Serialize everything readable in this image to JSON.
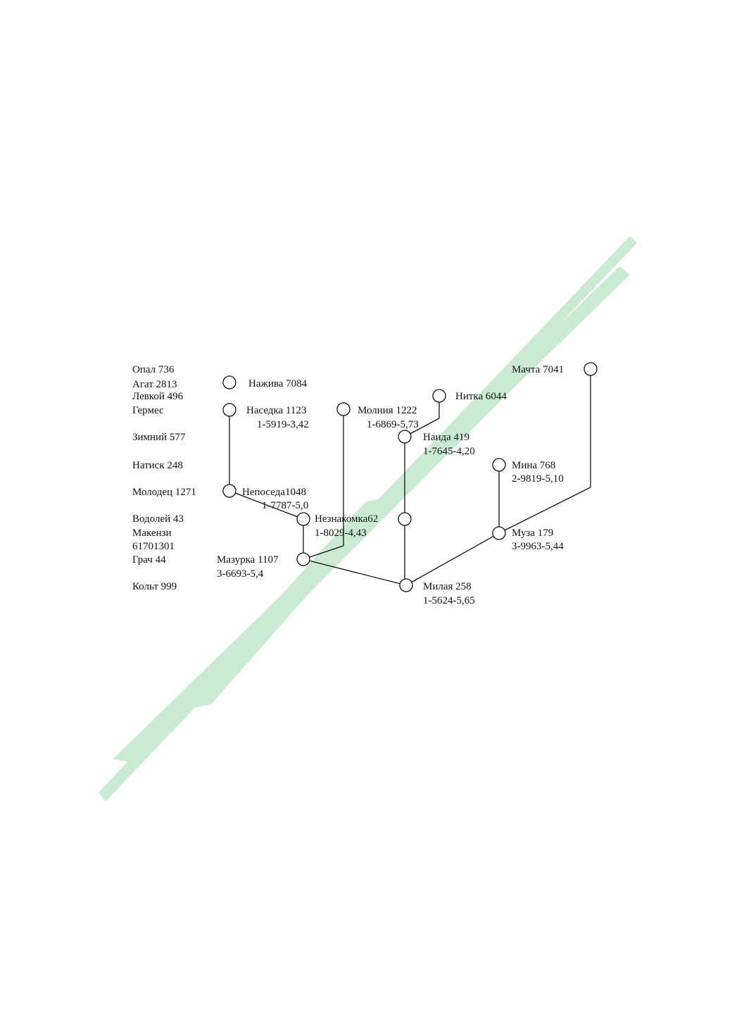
{
  "watermark_color": "#c9ebd2",
  "ancestor_column": [
    "Опал 736",
    "Агат 2813",
    "Левкой 496",
    "Гермес",
    "Зимний 577",
    "Натиск 248",
    "Молодец 1271",
    "Водолей 43",
    "Макензи",
    "61701301",
    "Грач 44",
    "Кольт 999"
  ],
  "nodes": {
    "nazhiva": {
      "name": "Нажива 7084",
      "code": ""
    },
    "nasedka": {
      "name": "Наседка 1123",
      "code": "1-5919-3,42"
    },
    "neposeda": {
      "name": "Непоседа1048",
      "code": "1-7787-5,0"
    },
    "neznakomka": {
      "name": "Незнакомка62",
      "code": "1-8029-4,43"
    },
    "mazurka": {
      "name": "Мазурка 1107",
      "code": "3-6693-5,4"
    },
    "molniya": {
      "name": "Молния 1222",
      "code": "1-6869-5,73"
    },
    "nitka": {
      "name": "Нитка 6044",
      "code": ""
    },
    "naida": {
      "name": "Наида 419",
      "code": "1-7645-4,20"
    },
    "milaya": {
      "name": "Милая 258",
      "code": "1-5624-5,65"
    },
    "machta": {
      "name": "Мачта 7041",
      "code": ""
    },
    "mina": {
      "name": "Мина 768",
      "code": "2-9819-5,10"
    },
    "muza": {
      "name": "Муза 179",
      "code": "3-9963-5,44"
    }
  }
}
